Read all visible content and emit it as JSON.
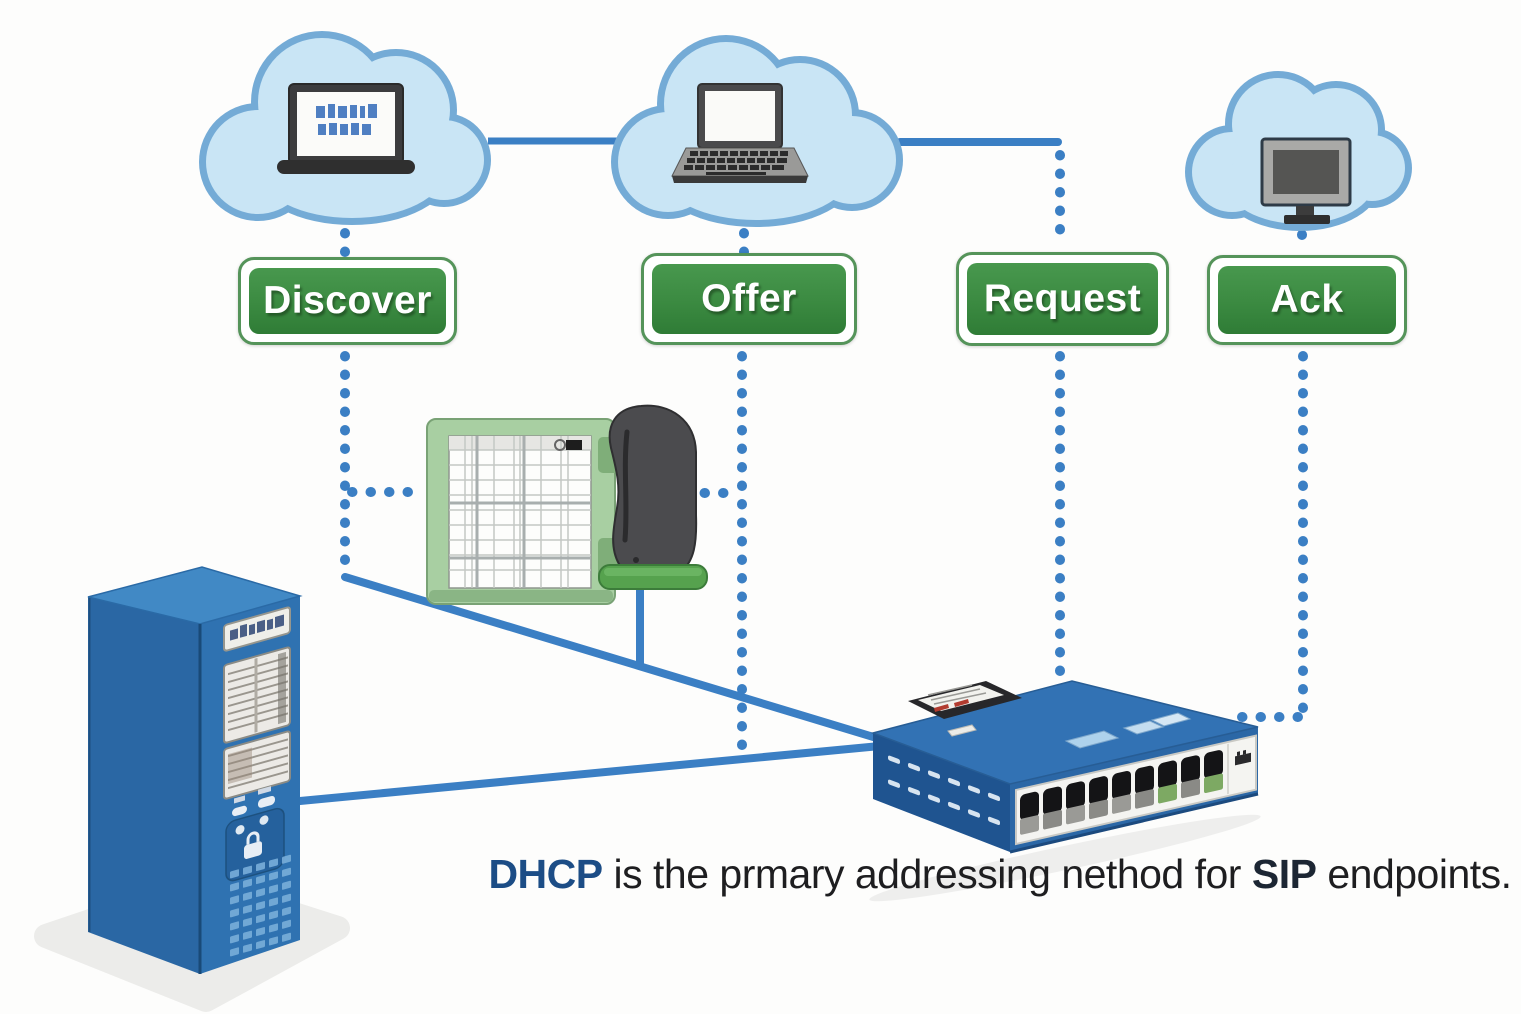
{
  "labels": {
    "discover": "Discover",
    "offer": "Offer",
    "request": "Request",
    "ack": "Ack"
  },
  "caption": {
    "term1": "DHCP",
    "middle": " is the prmary addressing nethod for ",
    "term2": "SIP",
    "end": " endpoints."
  },
  "icons": {
    "cloud1_device": "laptop-screen-text-icon",
    "cloud2_device": "laptop-open-icon",
    "cloud3_device": "desktop-monitor-icon",
    "middle_device": "sip-phone-grid-icon",
    "left_device": "server-tower-icon",
    "bottom_device": "network-switch-icon"
  },
  "colors": {
    "cloud_fill": "#c9e5f5",
    "cloud_border": "#74abd6",
    "connector_blue": "#3b7fc4",
    "badge_green": "#3b8a41",
    "badge_border": "#55945a",
    "badge_text": "#ffffff",
    "caption_dhcp": "#1c4d86",
    "caption_sip": "#1c2633",
    "caption_text": "#1e1e20",
    "server_blue": "#2f72b1",
    "switch_blue": "#3272b4",
    "phone_green": "#a8cfa2",
    "handset_gray": "#4b4b4e",
    "platform_gray": "#ececea"
  }
}
